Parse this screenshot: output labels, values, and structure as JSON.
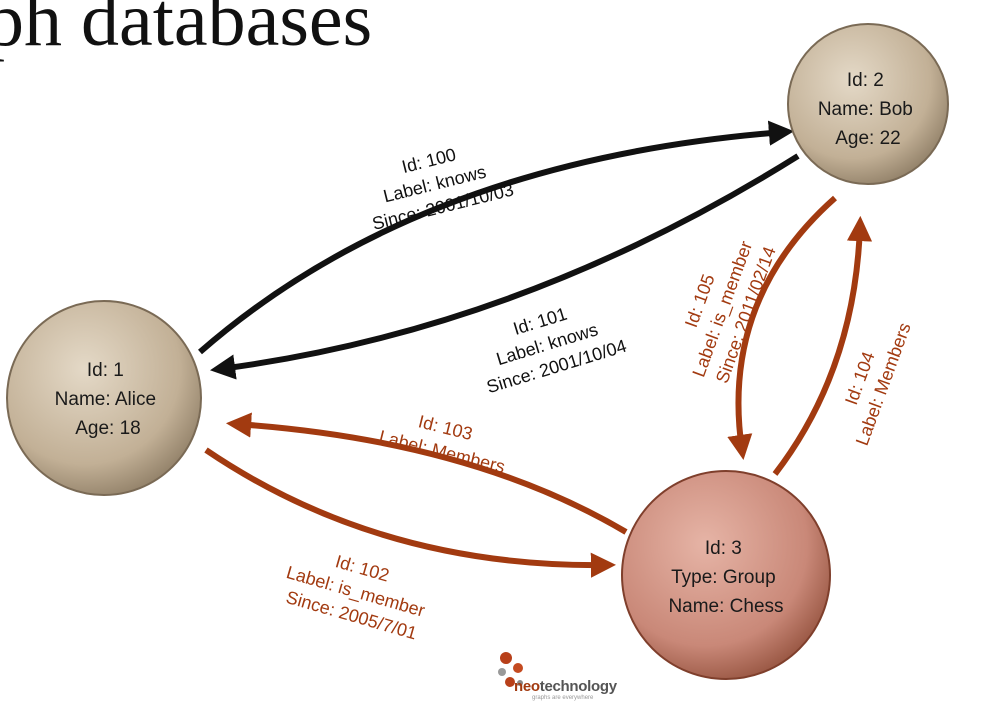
{
  "title": "ph databases",
  "colors": {
    "node_person": "#c9b9a1",
    "node_group": "#c98878",
    "edge_black": "#111111",
    "edge_red": "#a23a10"
  },
  "nodes": {
    "bob": {
      "lines": [
        "Id: 2",
        "Name: Bob",
        "Age: 22"
      ]
    },
    "alice": {
      "lines": [
        "Id: 1",
        "Name: Alice",
        "Age: 18"
      ]
    },
    "chess": {
      "lines": [
        "Id: 3",
        "Type: Group",
        "Name: Chess"
      ]
    }
  },
  "edges": {
    "e100": {
      "lines": [
        "Id: 100",
        "Label: knows",
        "Since: 2001/10/03"
      ]
    },
    "e101": {
      "lines": [
        "Id: 101",
        "Label: knows",
        "Since: 2001/10/04"
      ]
    },
    "e103": {
      "lines": [
        "Id: 103",
        "Label: Members"
      ]
    },
    "e102": {
      "lines": [
        "Id: 102",
        "Label: is_member",
        "Since: 2005/7/01"
      ]
    },
    "e105": {
      "lines": [
        "Id: 105",
        "Label: is_member",
        "Since: 2011/02/14"
      ]
    },
    "e104": {
      "lines": [
        "Id: 104",
        "Label: Members"
      ]
    }
  },
  "logo": {
    "brand_prefix": "neo",
    "brand_suffix": "technology",
    "tagline": "graphs are everywhere"
  }
}
